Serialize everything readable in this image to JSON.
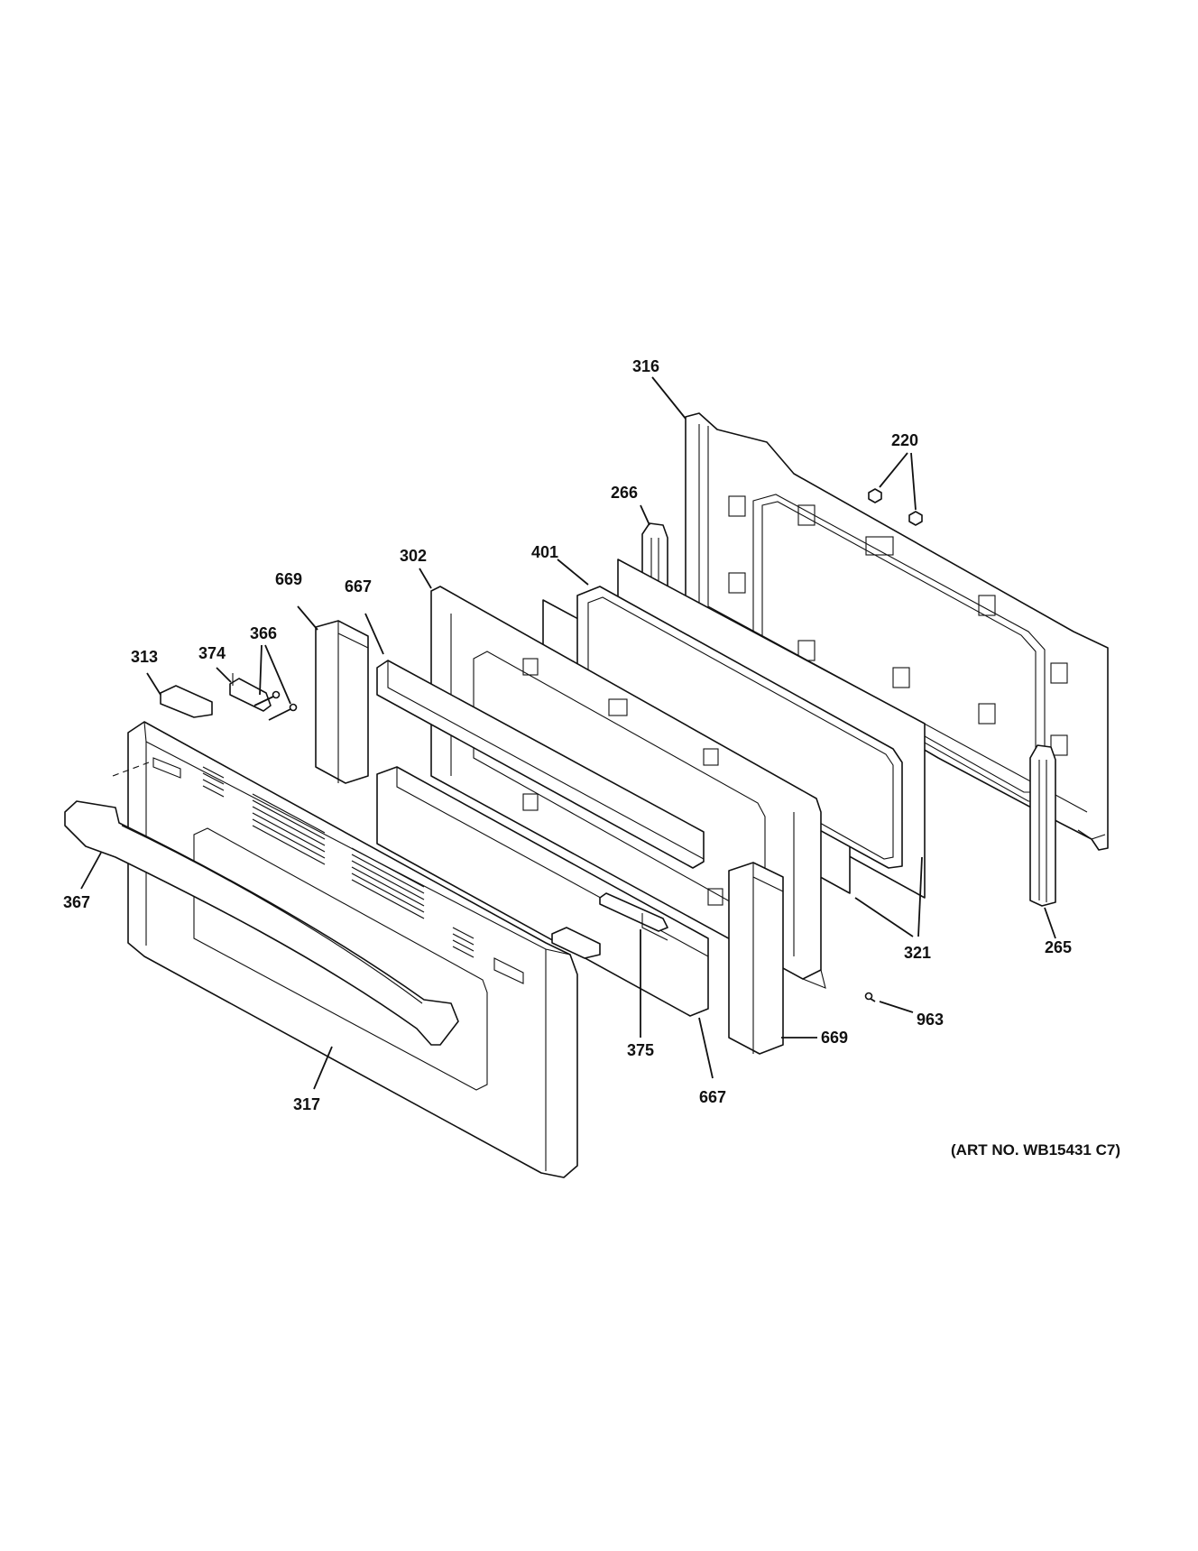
{
  "callouts": {
    "c316": "316",
    "c220": "220",
    "c266": "266",
    "c302": "302",
    "c401": "401",
    "c669_top": "669",
    "c667_top": "667",
    "c313": "313",
    "c374": "374",
    "c366": "366",
    "c367": "367",
    "c321": "321",
    "c265": "265",
    "c963": "963",
    "c375": "375",
    "c669_bottom": "669",
    "c667_bottom": "667",
    "c317": "317"
  },
  "art_number": "(ART NO. WB15431 C7)"
}
